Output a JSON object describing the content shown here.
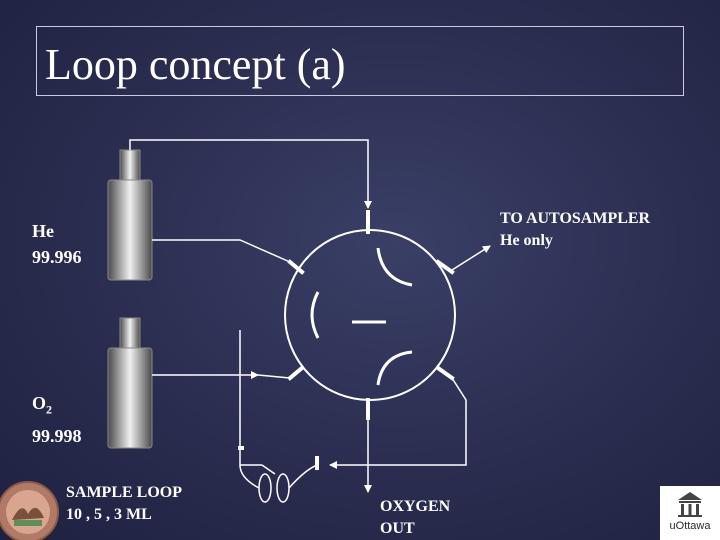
{
  "title": "Loop concept (a)",
  "labels": {
    "he_gas": "He",
    "he_purity": "99.996",
    "o2_gas_main": "O",
    "o2_gas_sub": "2",
    "o2_purity": "99.998",
    "autosampler_line1": "TO AUTOSAMPLER",
    "autosampler_line2": "He only",
    "sample_loop_line1": "SAMPLE LOOP",
    "sample_loop_line2": "10 , 5 , 3  ML",
    "oxygen_line1": "OXYGEN",
    "oxygen_line2": "OUT"
  },
  "logo": {
    "text": "uOttawa"
  },
  "colors": {
    "background": "#2a2d4f",
    "line": "#ffffff",
    "cylinder_dark": "#555555",
    "cylinder_light": "#e8e8e8"
  }
}
